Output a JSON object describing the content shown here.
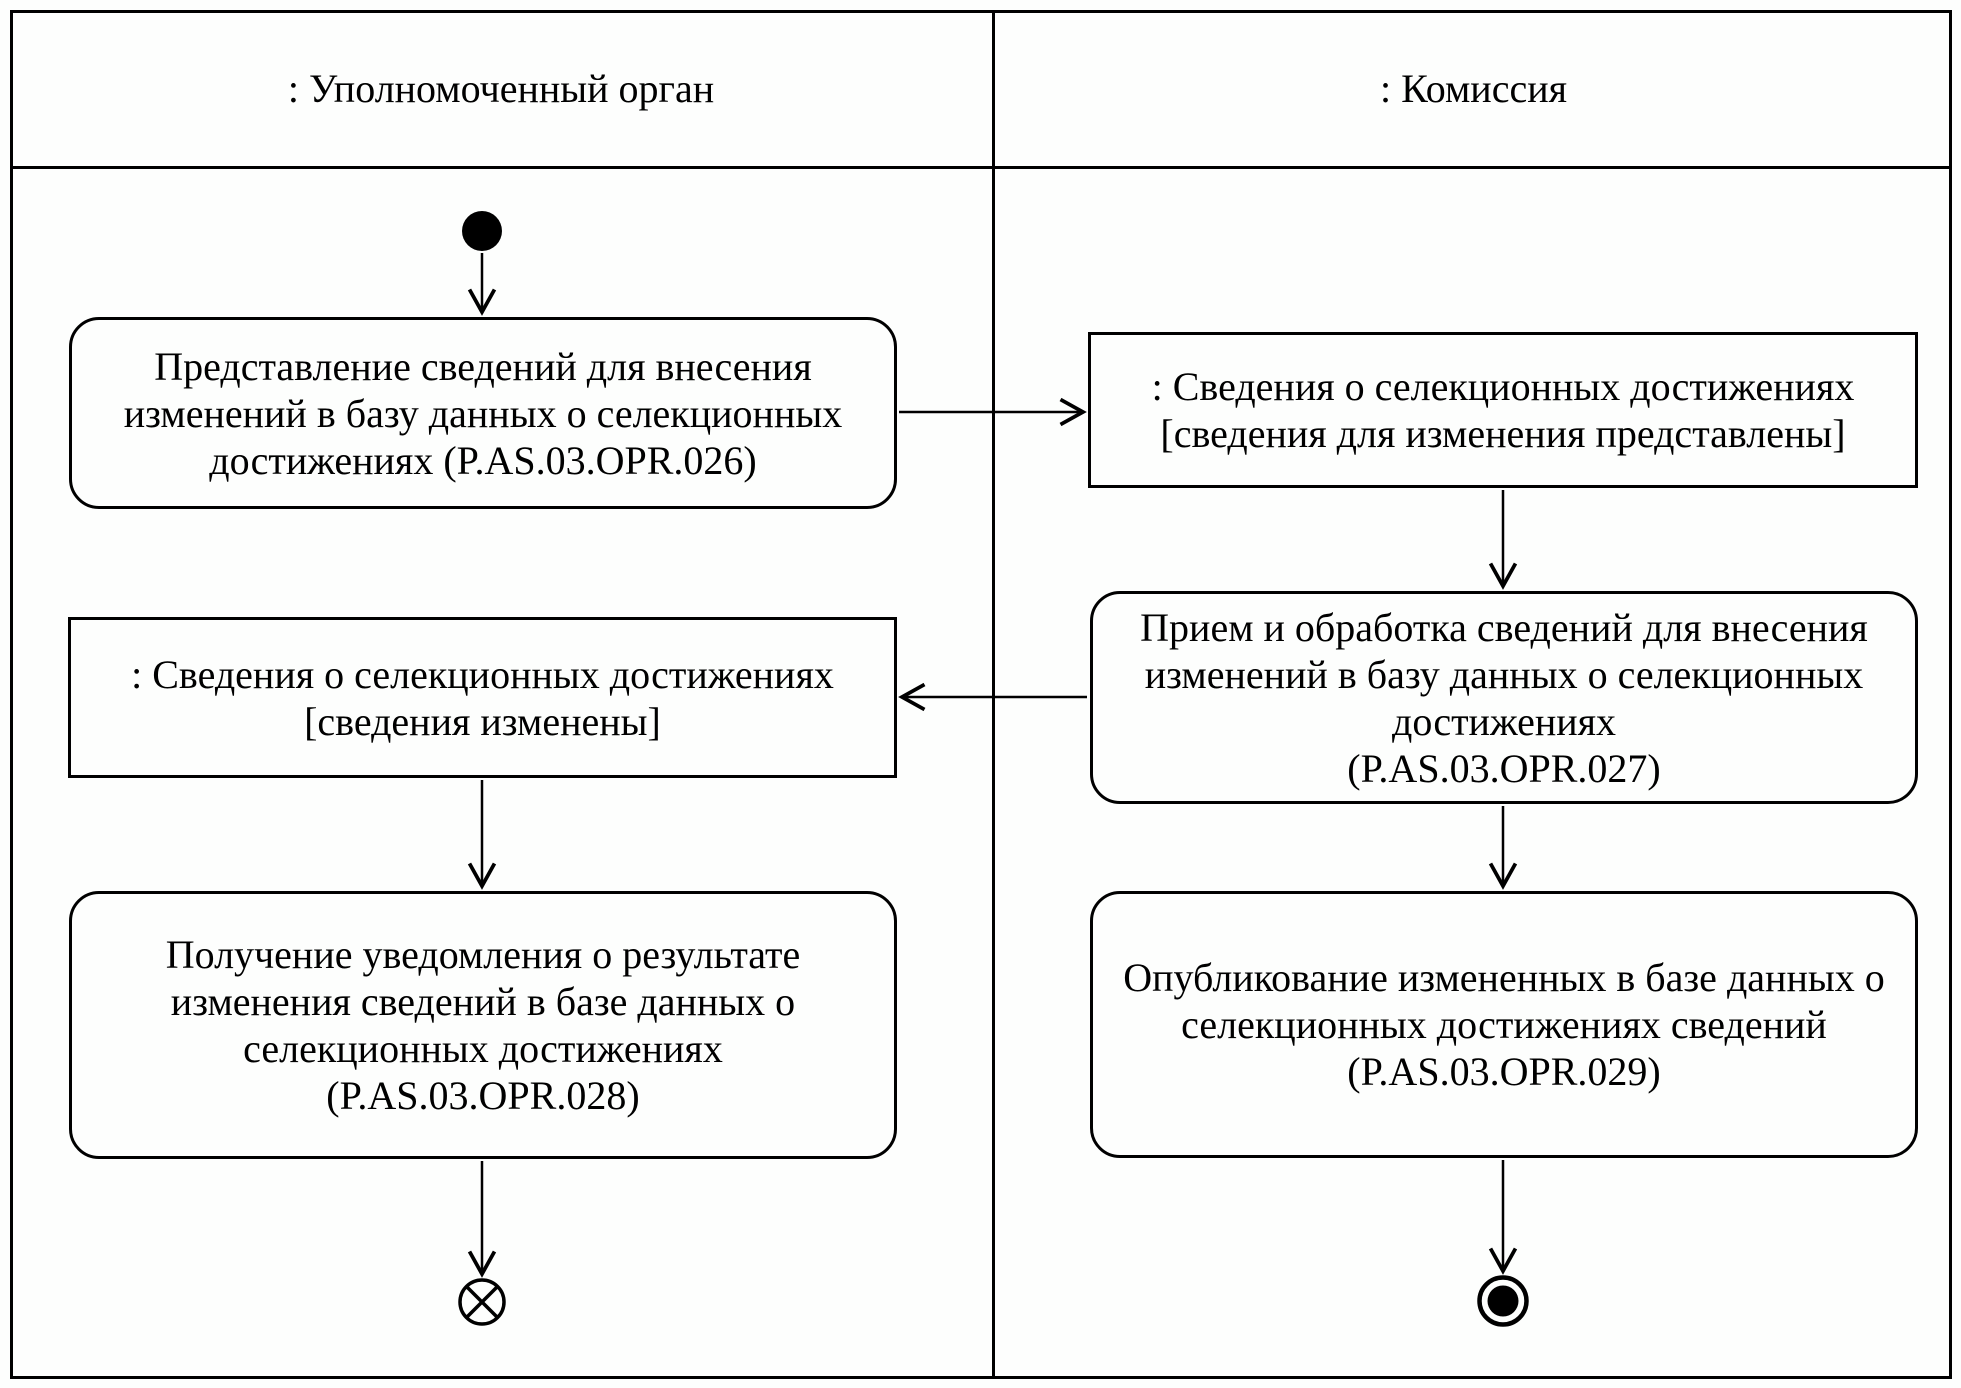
{
  "diagram": {
    "type": "uml_activity_diagram_with_swimlanes",
    "colors": {
      "stroke": "#000000",
      "background": "#ffffff"
    },
    "lanes": [
      {
        "header": ": Уполномоченный орган",
        "nodes": [
          {
            "id": "initial",
            "kind": "initial-node"
          },
          {
            "id": "action-026",
            "kind": "action",
            "text": "Представление сведений для внесения\nизменений в базу данных о селекционных\nдостижениях (P.AS.03.OPR.026)"
          },
          {
            "id": "object-changed",
            "kind": "object",
            "text": ": Сведения о селекционных достижениях\n[сведения изменены]"
          },
          {
            "id": "action-028",
            "kind": "action",
            "text": "Получение уведомления о результате\nизменения сведений в базе данных о\nселекционных достижениях\n(P.AS.03.OPR.028)"
          },
          {
            "id": "flow-final",
            "kind": "flow-final-node"
          }
        ]
      },
      {
        "header": ": Комиссия",
        "nodes": [
          {
            "id": "object-submitted",
            "kind": "object",
            "text": ": Сведения о селекционных достижениях\n[сведения для изменения представлены]"
          },
          {
            "id": "action-027",
            "kind": "action",
            "text": "Прием и обработка сведений для внесения\nизменений в базу данных о селекционных\nдостижениях\n(P.AS.03.OPR.027)"
          },
          {
            "id": "action-029",
            "kind": "action",
            "text": "Опубликование измененных в базе данных о\nселекционных достижениях сведений\n(P.AS.03.OPR.029)"
          },
          {
            "id": "activity-final",
            "kind": "activity-final-node"
          }
        ]
      }
    ],
    "edges": [
      {
        "from": "initial",
        "to": "action-026"
      },
      {
        "from": "action-026",
        "to": "object-submitted"
      },
      {
        "from": "object-submitted",
        "to": "action-027"
      },
      {
        "from": "action-027",
        "to": "object-changed"
      },
      {
        "from": "object-changed",
        "to": "action-028"
      },
      {
        "from": "action-028",
        "to": "flow-final"
      },
      {
        "from": "action-027",
        "to": "action-029"
      },
      {
        "from": "action-029",
        "to": "activity-final"
      }
    ]
  }
}
